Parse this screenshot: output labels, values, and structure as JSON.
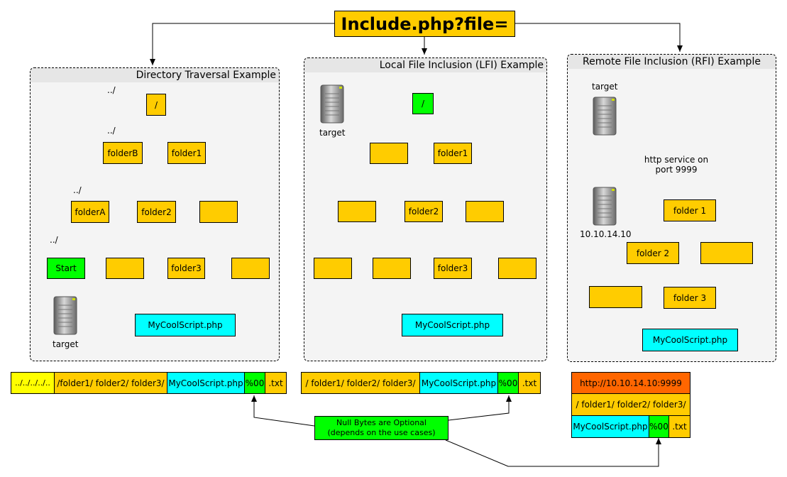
{
  "title": "Include.php?file=",
  "panels": {
    "traversal": "Directory Traversal Example",
    "lfi": "Local File Inclusion (LFI) Example",
    "rfi": "Remote File Inclusion (RFI) Example"
  },
  "traversal": {
    "root": "/",
    "folderB": "folderB",
    "folder1": "folder1",
    "folderA": "folderA",
    "folder2": "folder2",
    "start": "Start",
    "folder3": "folder3",
    "script": "MyCoolScript.php",
    "target": "target",
    "dots": "../"
  },
  "lfi": {
    "root": "/",
    "folder1": "folder1",
    "folder2": "folder2",
    "folder3": "folder3",
    "script": "MyCoolScript.php",
    "target": "target"
  },
  "rfi": {
    "target": "target",
    "service": "http service on\nport 9999",
    "service_line1": "http service on",
    "service_line2": "port 9999",
    "ip": "10.10.14.10",
    "folder1": "folder 1",
    "folder2": "folder 2",
    "folder3": "folder 3",
    "script": "MyCoolScript.php"
  },
  "strings": {
    "traversal": [
      "../../../../..",
      "/folder1/ folder2/ folder3/",
      "MyCoolScript.php",
      "%00",
      ".txt"
    ],
    "lfi": [
      "/ folder1/ folder2/ folder3/",
      "MyCoolScript.php",
      "%00",
      ".txt"
    ],
    "rfi_url": "http://10.10.14.10:9999",
    "rfi_path": "/ folder1/ folder2/ folder3/",
    "rfi_tail": [
      "MyCoolScript.php",
      "%00",
      ".txt"
    ]
  },
  "note": {
    "line1": "Null Bytes are Optional",
    "line2": "(depends on the use cases)"
  },
  "colors": {
    "orange": "#ffcc00",
    "green": "#00ff00",
    "cyan": "#00ffff",
    "yellow": "#ffff00",
    "red": "#ff6600"
  }
}
